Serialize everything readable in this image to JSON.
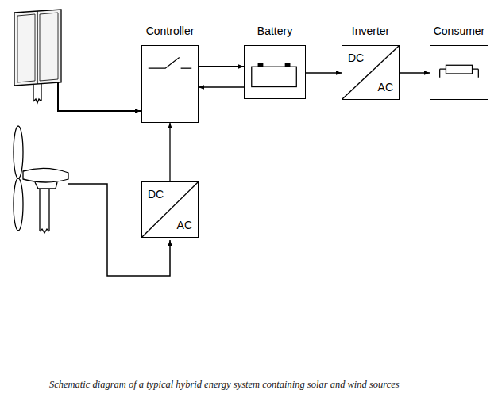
{
  "diagram": {
    "caption": "Schematic diagram of a typical hybrid energy system containing solar and wind sources",
    "nodes": [
      {
        "text": [
          "Controller"
        ]
      },
      {
        "text": [
          "Battery"
        ]
      },
      {
        "text": [
          "Inverter",
          "DC",
          "AC"
        ]
      },
      {
        "text": [
          "Consumer"
        ]
      },
      {
        "text": [
          "DC",
          "AC"
        ]
      }
    ],
    "edges": [
      {
        "from": 0,
        "to": 1,
        "arrow": "to"
      },
      {
        "from": 1,
        "to": 0,
        "arrow": "to"
      },
      {
        "from": 1,
        "to": 2,
        "arrow": "to"
      },
      {
        "from": 2,
        "to": 3,
        "arrow": "to"
      },
      {
        "from": 4,
        "to": 0,
        "arrow": "to"
      }
    ]
  }
}
